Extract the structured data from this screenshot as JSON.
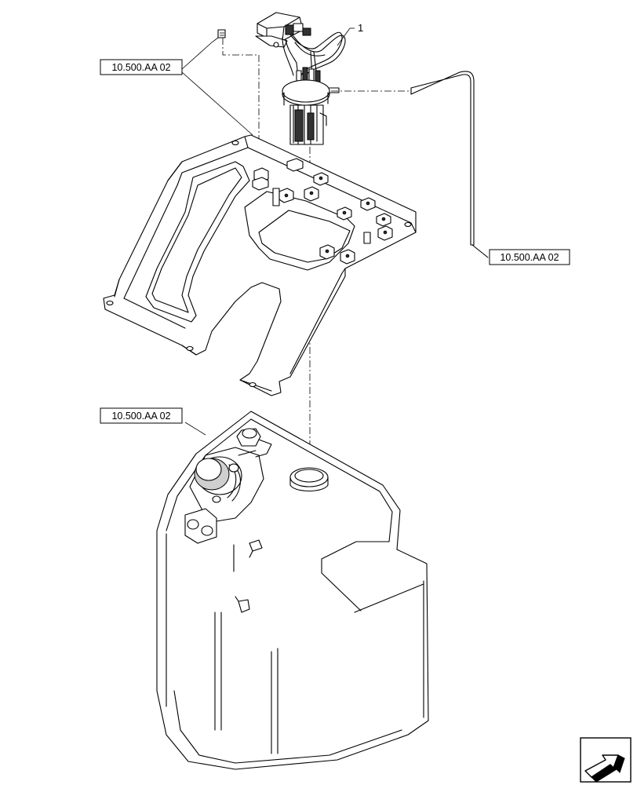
{
  "references": {
    "ref_top_left": "10.500.AA 02",
    "ref_right": "10.500.AA 02",
    "ref_tank": "10.500.AA 02"
  },
  "callouts": {
    "item_1": "1"
  },
  "nav": {
    "icon": "next-page-arrow-icon"
  }
}
